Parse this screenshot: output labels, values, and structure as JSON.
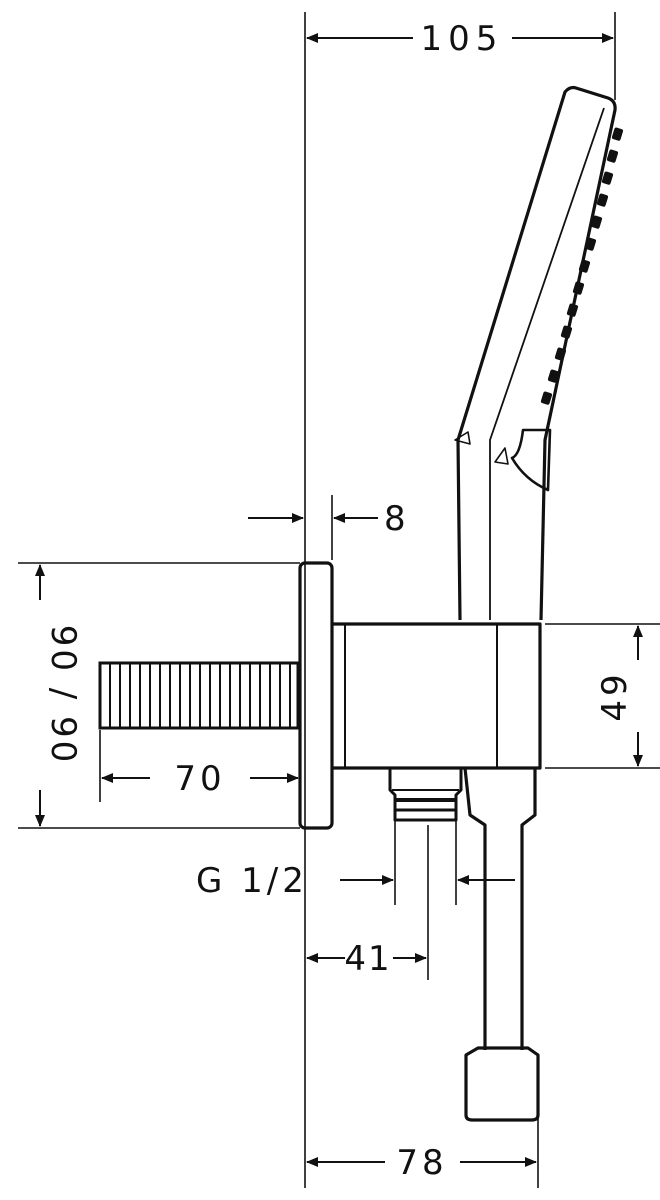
{
  "dimensions": {
    "top_width": "105",
    "flange_thickness": "8",
    "height_outer": "90 / 90",
    "depth_body": "49",
    "stub_length": "70",
    "thread": "G 1/2",
    "outlet_offset": "41",
    "bottom_width": "78"
  }
}
